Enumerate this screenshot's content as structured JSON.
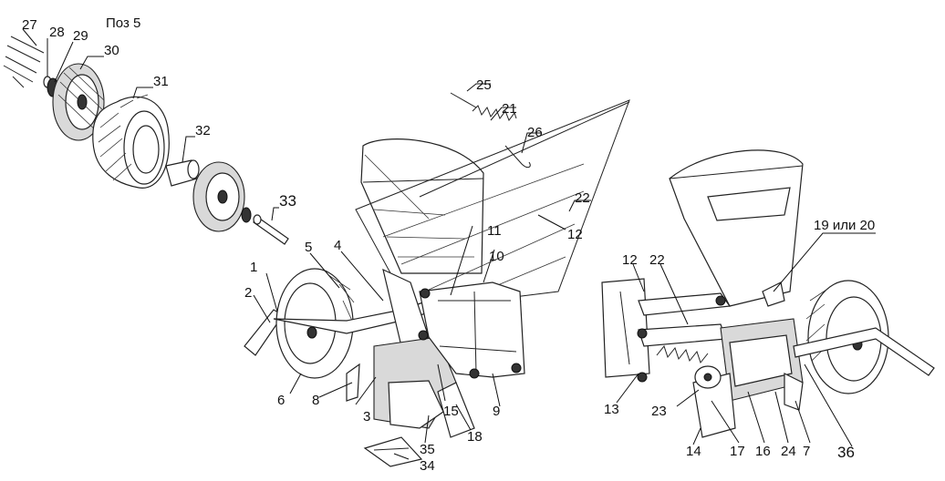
{
  "diagram": {
    "header": "Поз 5",
    "callouts": [
      "1",
      "2",
      "3",
      "4",
      "5",
      "6",
      "7",
      "8",
      "9",
      "10",
      "11",
      "12",
      "13",
      "14",
      "15",
      "16",
      "17",
      "18",
      "19 или 20",
      "21",
      "22",
      "23",
      "24",
      "25",
      "26",
      "27",
      "28",
      "29",
      "30",
      "31",
      "32",
      "33",
      "34",
      "35",
      "36"
    ],
    "left_callouts": {
      "c1": "1",
      "c2": "2",
      "c3": "3",
      "c4": "4",
      "c5": "5",
      "c6": "6",
      "c8": "8",
      "c9": "9",
      "c10": "10",
      "c11": "11",
      "c12": "12",
      "c15": "15",
      "c18": "18",
      "c21": "21",
      "c22": "22",
      "c25": "25",
      "c26": "26",
      "c34": "34",
      "c35": "35"
    },
    "right_callouts": {
      "c7": "7",
      "c12": "12",
      "c13": "13",
      "c14": "14",
      "c16": "16",
      "c17": "17",
      "c1920": "19 или 20",
      "c22": "22",
      "c23": "23",
      "c24": "24",
      "c36": "36"
    },
    "exploded_callouts": {
      "c27": "27",
      "c28": "28",
      "c29": "29",
      "c30": "30",
      "c31": "31",
      "c32": "32",
      "c33": "33"
    }
  }
}
